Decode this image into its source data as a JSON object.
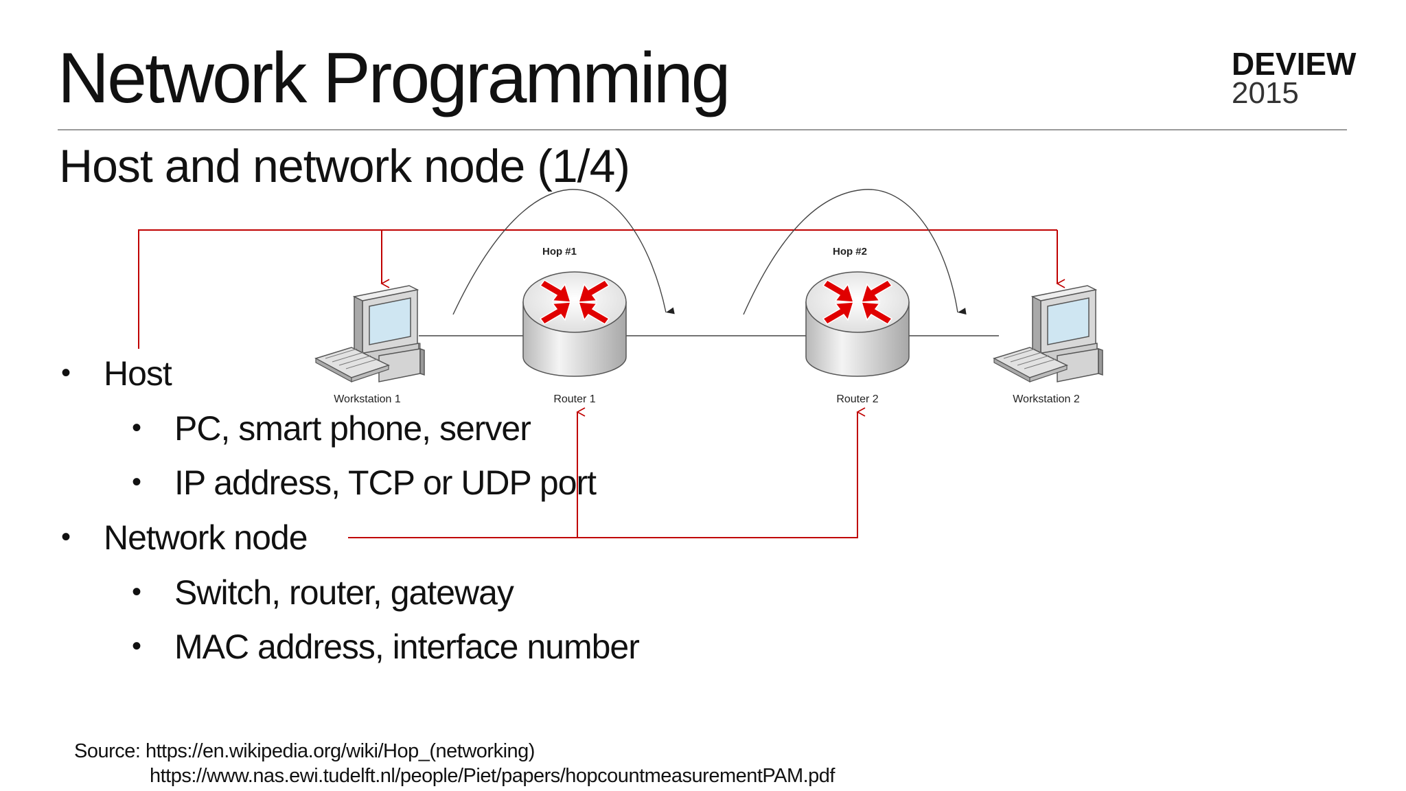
{
  "header": {
    "title": "Network Programming",
    "logo_name": "DEVIEW",
    "logo_year": "2015"
  },
  "subtitle": "Host and network node (1/4)",
  "diagram": {
    "hops": [
      "Hop #1",
      "Hop #2"
    ],
    "nodes": [
      "Workstation 1",
      "Router 1",
      "Router 2",
      "Workstation 2"
    ]
  },
  "bullets": [
    {
      "text": "Host",
      "level": 1
    },
    {
      "text": "PC, smart phone, server",
      "level": 2
    },
    {
      "text": "IP address, TCP or UDP port",
      "level": 2
    },
    {
      "text": "Network node",
      "level": 1
    },
    {
      "text": "Switch, router, gateway",
      "level": 2
    },
    {
      "text": "MAC address, interface number",
      "level": 2
    }
  ],
  "source": {
    "line1": "Source: https://en.wikipedia.org/wiki/Hop_(networking)",
    "line2": "https://www.nas.ewi.tudelft.nl/people/Piet/papers/hopcountmeasurementPAM.pdf"
  },
  "colors": {
    "annotation_red": "#c00000",
    "arrow_red": "#e00000",
    "rule_gray": "#9a9a9a"
  }
}
